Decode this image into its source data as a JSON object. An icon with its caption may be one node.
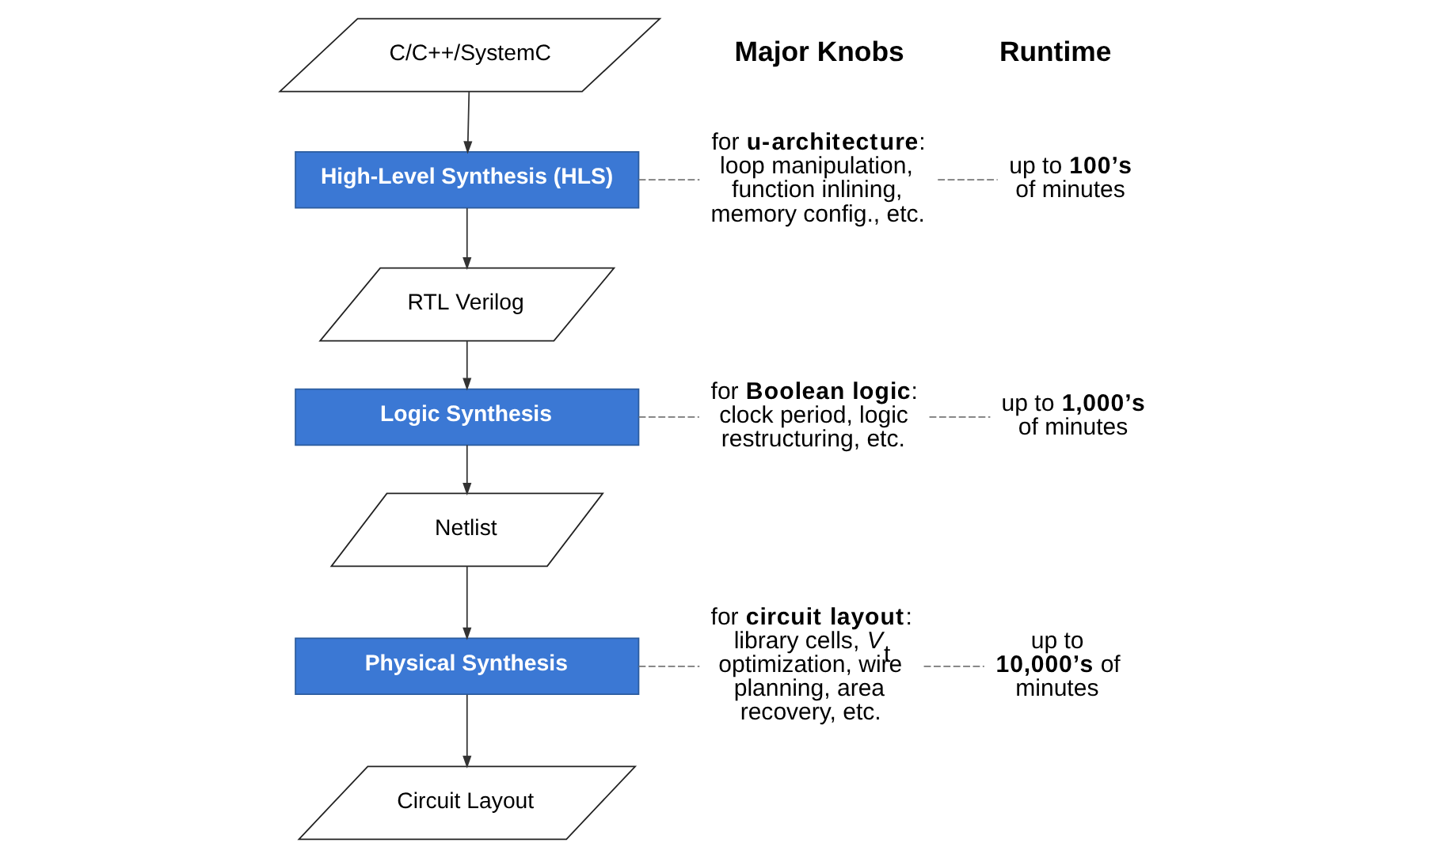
{
  "diagram": {
    "nodes": [
      {
        "text": [
          "C/C++/SystemC"
        ]
      },
      {
        "text": [
          "High-Level Synthesis (HLS)"
        ]
      },
      {
        "text": [
          "for **u-architecture**: loop manipulation, function inlining, memory config., etc."
        ]
      },
      {
        "text": [
          "up to **100’s** of minutes"
        ]
      },
      {
        "text": [
          "RTL Verilog"
        ]
      },
      {
        "text": [
          "Logic Synthesis"
        ]
      },
      {
        "text": [
          "for **Boolean logic**: clock period, logic restructuring, etc."
        ]
      },
      {
        "text": [
          "up to **1,000’s** of minutes"
        ]
      },
      {
        "text": [
          "Netlist"
        ]
      },
      {
        "text": [
          "Physical Synthesis"
        ]
      },
      {
        "text": [
          "for **circuit layout**: library cells, *V*$_{t}$ optimization, wire planning, area recovery, etc."
        ]
      },
      {
        "text": [
          "up to **10,000’s** of minutes"
        ]
      },
      {
        "text": [
          "Circuit Layout"
        ]
      }
    ],
    "edges": [
      {
        "from": 0,
        "to": 1,
        "arrow": "to"
      },
      {
        "from": 1,
        "to": 4,
        "arrow": "to"
      },
      {
        "from": 4,
        "to": 5,
        "arrow": "to"
      },
      {
        "from": 5,
        "to": 8,
        "arrow": "to"
      },
      {
        "from": 8,
        "to": 9,
        "arrow": "to"
      },
      {
        "from": 9,
        "to": 12,
        "arrow": "to"
      },
      {
        "from": 1,
        "to": 2,
        "arrow": "none",
        "style": "dashed"
      },
      {
        "from": 2,
        "to": 3,
        "arrow": "none",
        "style": "dashed"
      },
      {
        "from": 5,
        "to": 6,
        "arrow": "none",
        "style": "dashed"
      },
      {
        "from": 6,
        "to": 7,
        "arrow": "none",
        "style": "dashed"
      },
      {
        "from": 9,
        "to": 10,
        "arrow": "none",
        "style": "dashed"
      },
      {
        "from": 10,
        "to": 11,
        "arrow": "none",
        "style": "dashed"
      }
    ],
    "labels": [
      "Major Knobs",
      "Runtime"
    ]
  }
}
